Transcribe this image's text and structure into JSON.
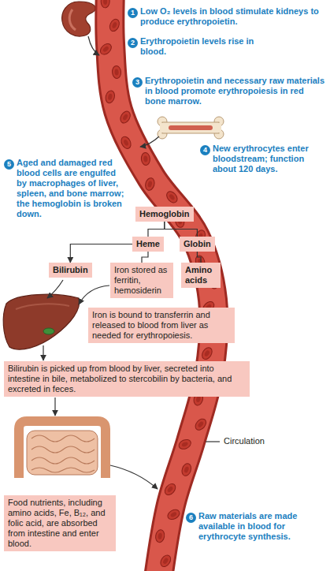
{
  "diagram": {
    "nodes": [
      {
        "text": [
          "Hemoglobin"
        ]
      },
      {
        "text": [
          "Heme"
        ]
      },
      {
        "text": [
          "Globin"
        ]
      },
      {
        "text": [
          "Bilirubin"
        ]
      },
      {
        "text": [
          "Iron stored as ferritin, hemosiderin"
        ]
      },
      {
        "text": [
          "Amino acids"
        ]
      },
      {
        "text": [
          "Iron is bound to transferrin and released to blood from liver as needed for erythropoiesis."
        ]
      },
      {
        "text": [
          "Bilirubin is picked up from blood by liver, secreted into intestine in bile, metabolized to stercobilin by bacteria, and excreted in feces."
        ]
      },
      {
        "text": [
          "Food nutrients, including amino acids, Fe, B₁₂, and folic acid, are absorbed from intestine and enter blood."
        ]
      }
    ],
    "edges": [
      {
        "from": 0,
        "to": 1,
        "arrow": "none"
      },
      {
        "from": 0,
        "to": 2,
        "arrow": "none"
      },
      {
        "from": 1,
        "to": 3,
        "arrow": "to"
      },
      {
        "from": 1,
        "to": 4,
        "arrow": "none"
      },
      {
        "from": 2,
        "to": 5,
        "arrow": "none"
      }
    ],
    "labels": [
      "1",
      "Low O₂ levels in blood stimulate kidneys to produce erythropoietin.",
      "2",
      "Erythropoietin levels rise in blood.",
      "3",
      "Erythropoietin and necessary raw materials in blood promote erythropoiesis in red bone marrow.",
      "4",
      "New erythrocytes enter bloodstream; function about 120 days.",
      "5",
      "Aged and damaged red blood cells are engulfed by macrophages of liver, spleen, and bone marrow; the hemoglobin is broken down.",
      "Circulation",
      "6",
      "Raw materials are made available in blood for erythrocyte synthesis."
    ]
  }
}
